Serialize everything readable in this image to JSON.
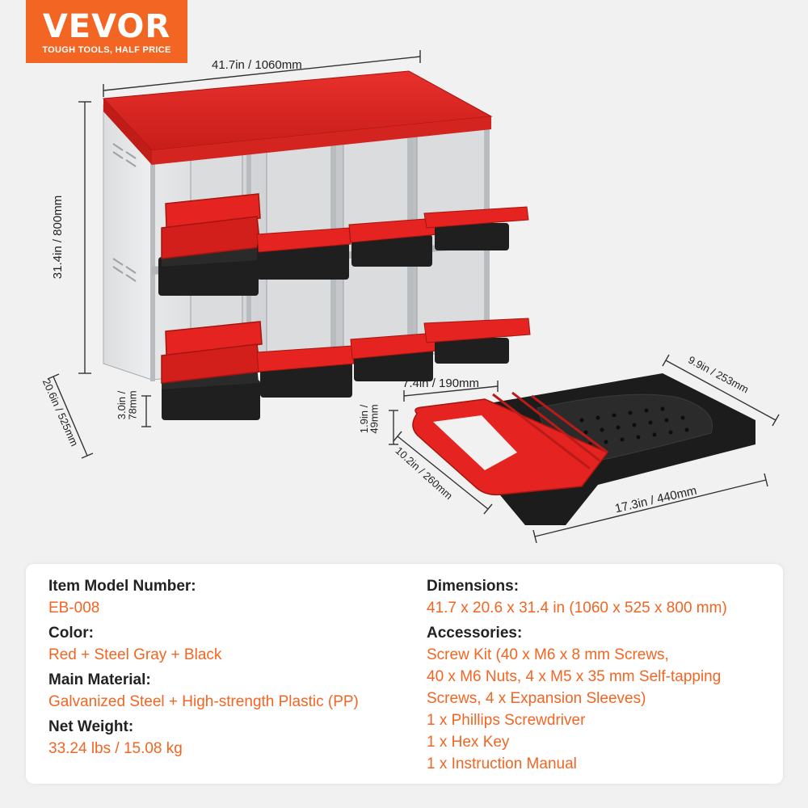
{
  "brand": {
    "name": "VEVOR",
    "tagline": "TOUGH TOOLS, HALF PRICE",
    "color": "#f26522"
  },
  "dimensions": {
    "width": "41.7in / 1060mm",
    "height": "31.4in / 800mm",
    "depth": "20.6in / 525mm",
    "lip_height_line1": "3.0in /",
    "lip_height_line2": "78mm",
    "tray_width": "7.4in / 190mm",
    "tray_depth": "9.9in / 253mm",
    "tray_height_line1": "1.9in /",
    "tray_height_line2": "49mm",
    "tray_handle": "10.2in / 260mm",
    "tray_length": "17.3in / 440mm"
  },
  "colors": {
    "red": "#e52421",
    "dark_red": "#b81b18",
    "steel": "#c9cbce",
    "black": "#1c1c1c",
    "accent": "#f26522"
  },
  "specs": {
    "left": [
      {
        "label": "Item Model Number:",
        "value": "EB-008"
      },
      {
        "label": "Color:",
        "value": "Red + Steel Gray + Black"
      },
      {
        "label": "Main Material:",
        "value": "Galvanized Steel + High-strength Plastic (PP)"
      },
      {
        "label": "Net Weight:",
        "value": "33.24 lbs / 15.08 kg"
      }
    ],
    "right": {
      "dimensions_label": "Dimensions:",
      "dimensions_value": "41.7 x 20.6 x 31.4 in (1060 x 525 x 800 mm)",
      "accessories_label": "Accessories:",
      "accessories": [
        "Screw Kit (40 x M6 x 8 mm Screws,",
        "40 x M6 Nuts, 4 x M5 x 35 mm Self-tapping",
        "Screws, 4 x Expansion Sleeves)",
        "1 x Phillips Screwdriver",
        "1 x Hex Key",
        "1 x Instruction Manual"
      ]
    }
  }
}
